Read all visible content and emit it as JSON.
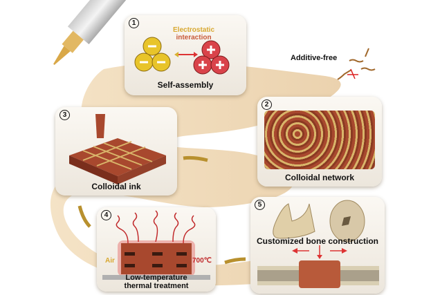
{
  "panels": [
    {
      "number": "1",
      "caption": "Self-assembly",
      "annotation_line1": "Electrostatic",
      "annotation_line2": "interaction"
    },
    {
      "number": "2",
      "caption": "Colloidal network"
    },
    {
      "number": "3",
      "caption": "Colloidal ink"
    },
    {
      "number": "4",
      "caption_line1": "Low-temperature",
      "caption_line2": "thermal treatment",
      "left_label": "Air",
      "right_label": "700℃"
    },
    {
      "number": "5",
      "caption": "Customized bone construction"
    }
  ],
  "additive_label": "Additive-free",
  "colors": {
    "band": "#e9c99a",
    "negative": "#e8c42a",
    "positive": "#d9434a",
    "scaffold": "#a8482e",
    "arrow": "#c9a23a"
  }
}
